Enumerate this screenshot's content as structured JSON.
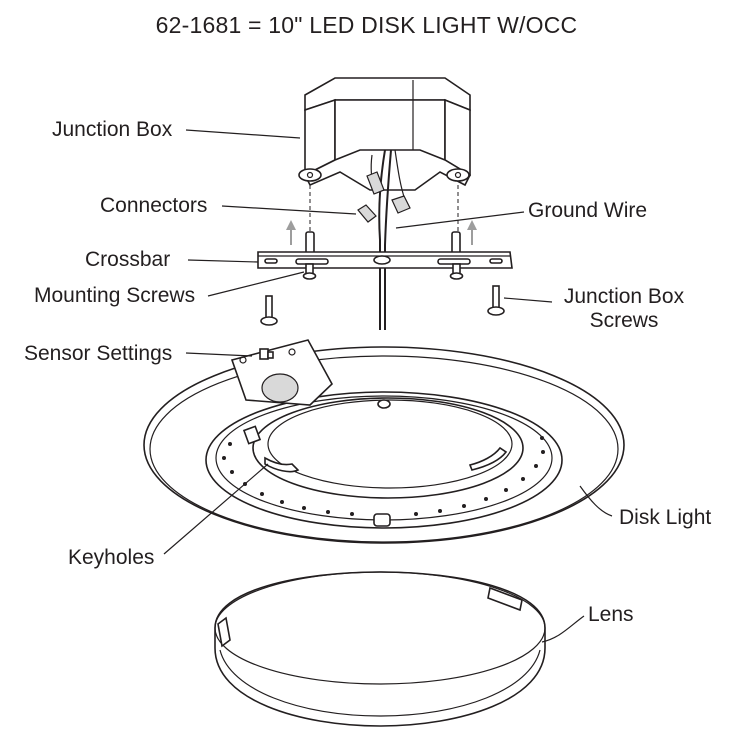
{
  "title": "62-1681 = 10\" LED DISK LIGHT W/OCC",
  "labels": {
    "junction_box": "Junction Box",
    "connectors": "Connectors",
    "ground_wire": "Ground Wire",
    "crossbar": "Crossbar",
    "mounting_screws": "Mounting Screws",
    "junction_box_screws_line1": "Junction Box",
    "junction_box_screws_line2": "Screws",
    "sensor_settings": "Sensor Settings",
    "disk_light": "Disk Light",
    "keyholes": "Keyholes",
    "lens": "Lens"
  },
  "colors": {
    "line": "#231f20",
    "arrow": "#9d9d9d",
    "background": "#ffffff"
  }
}
